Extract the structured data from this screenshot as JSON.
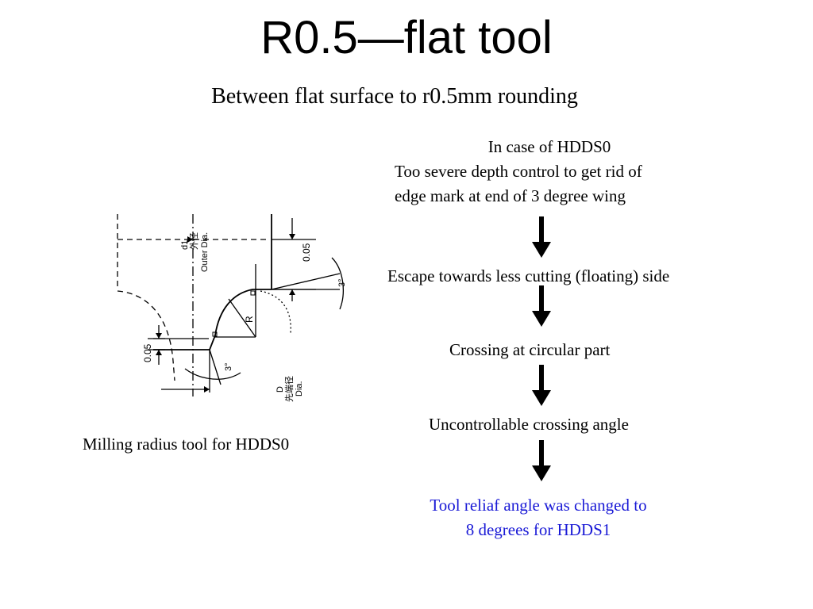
{
  "title": "R0.5—flat tool",
  "subtitle": "Between flat surface to r0.5mm rounding",
  "figure": {
    "labels": {
      "d1": "d1",
      "outer_cjk": "外径",
      "outer_dia": "Outer Dia.",
      "top_gap": "0.05",
      "left_gap": "0.05",
      "angle_right": "3°",
      "angle_bottom": "3°",
      "radius": "R",
      "tip_d": "D",
      "tip_cjk": "先端径",
      "tip_dia": "Dia."
    },
    "caption": "Milling radius tool for HDDS0"
  },
  "flow": {
    "intro_title": "In case of HDDS0",
    "intro_line1": "Too severe depth control to get rid of",
    "intro_line2": "edge mark at end of 3 degree wing",
    "steps": [
      "Escape towards less cutting (floating) side",
      "Crossing at circular part",
      "Uncontrollable crossing angle"
    ],
    "conclusion_line1": "Tool reliaf angle was changed to",
    "conclusion_line2": "8 degrees for HDDS1",
    "conclusion_color": "#1a1ad6",
    "arrow_icon": "down-arrow-icon"
  }
}
